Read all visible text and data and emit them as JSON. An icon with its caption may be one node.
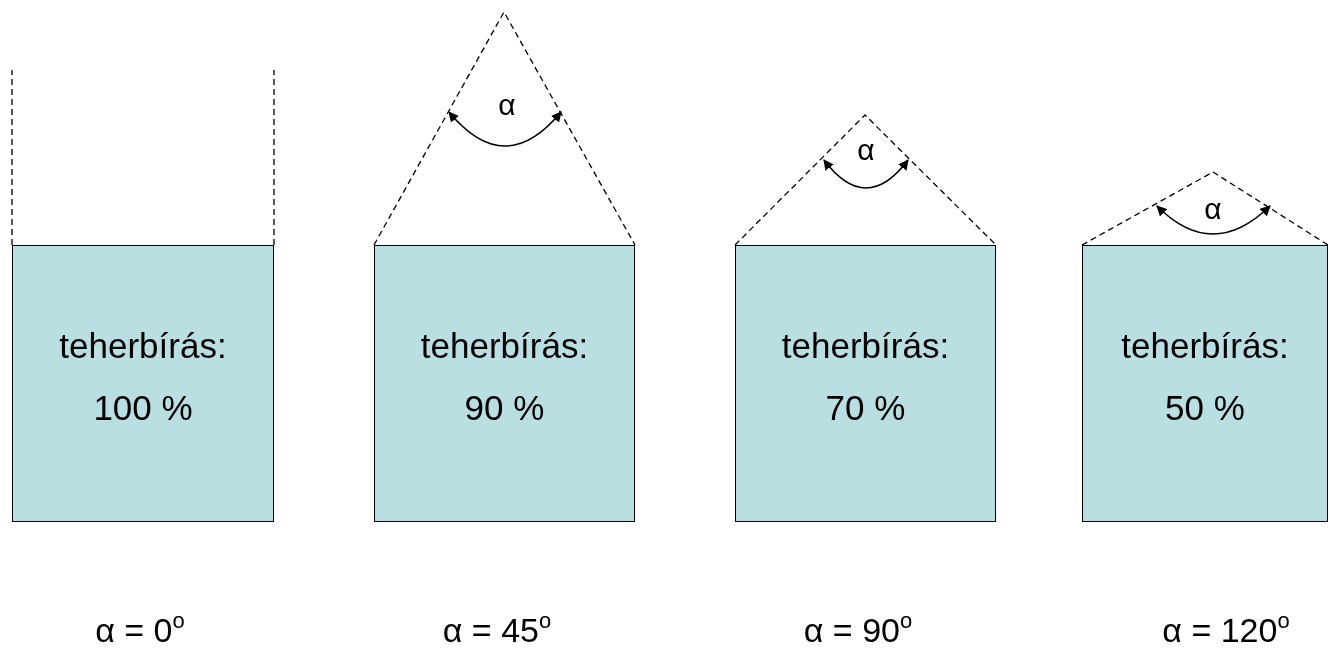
{
  "diagram": {
    "nodes": [
      {
        "text": [
          "teherbírás:",
          "100 %"
        ],
        "beside": [
          "α = 0$^{o}$"
        ]
      },
      {
        "text": [
          "teherbírás:",
          "90 %"
        ],
        "beside": [
          "α = 45$^{o}$"
        ]
      },
      {
        "text": [
          "teherbírás:",
          "70 %"
        ],
        "beside": [
          "α = 90$^{o}$"
        ]
      },
      {
        "text": [
          "teherbírás:",
          "50 %"
        ],
        "beside": [
          "α = 120$^{o}$"
        ]
      }
    ],
    "labels": [
      "α",
      "α",
      "α"
    ]
  }
}
